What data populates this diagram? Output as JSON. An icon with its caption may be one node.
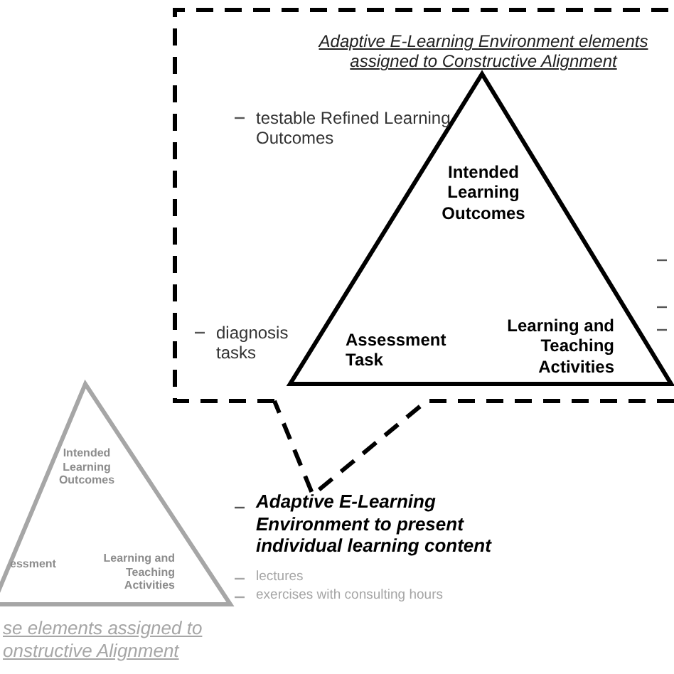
{
  "diagram": {
    "nodes": [
      {
        "text": [
          "Adaptive E-Learning Environment elements assigned to Constructive Alignment"
        ]
      },
      {
        "text": [
          "Intended Learning Outcomes",
          "Assessment Task",
          "Learning and Teaching Activities"
        ],
        "in": 0
      },
      {
        "text": [
          "Intended Learning Outcomes",
          "essment",
          "Learning and Teaching Activities"
        ],
        "beside": [
          "se elements assigned to onstructive Alignment"
        ]
      }
    ],
    "edges": [],
    "labels": [
      "testable Refined Learning Outcomes",
      "diagnosis tasks",
      "Adaptive E-Learning Environment to present individual learning content",
      "lectures",
      "exercises with consulting hours"
    ]
  }
}
